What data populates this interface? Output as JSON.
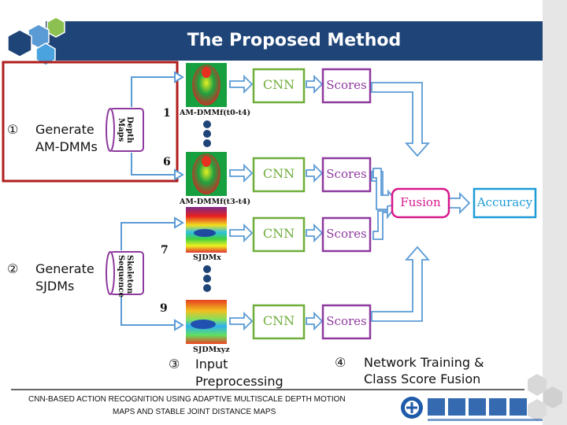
{
  "title": "The Proposed Method",
  "steps": {
    "s1_marker": "①",
    "s1_line1": "Generate",
    "s1_line2": "AM-DMMs",
    "s2_marker": "②",
    "s2_line1": "Generate",
    "s2_line2": "SJDMs",
    "s3_marker": "③",
    "s3_line1": "Input",
    "s3_line2": "Preprocessing",
    "s4_marker": "④",
    "s4_line1": "Network Training &",
    "s4_line2": "Class Score Fusion"
  },
  "diagram": {
    "depth_maps_label": "Depth Maps",
    "skeleton_label": "Skeleton Sequence",
    "cnn_label": "CNN",
    "scores_label": "Scores",
    "fusion_label": "Fusion",
    "accuracy_label": "Accuracy",
    "num_1": "1",
    "num_6": "6",
    "num_7": "7",
    "num_9": "9",
    "cap_am1": "AM-DMMf(t0-t4)",
    "cap_am6": "AM-DMMf(t3-t4)",
    "cap_sj1": "SJDMx",
    "cap_sj9": "SJDMxyz"
  },
  "footer": {
    "line1": "CNN-BASED ACTION RECOGNITION USING ADAPTIVE MULTISCALE DEPTH MOTION",
    "line2": "MAPS AND STABLE JOINT DISTANCE MAPS"
  },
  "colors": {
    "title_bar": "#1f4477",
    "highlight_box": "#b01c1c",
    "cnn_border": "#6fae3a",
    "scores_border": "#8e3a9e",
    "fusion_border": "#d7188c",
    "accuracy_border": "#1f9bd8",
    "arrow_stroke": "#5b9bd5",
    "chain_dot": "#1f4477"
  },
  "logo": {
    "icon": "university-emblem-icon"
  }
}
